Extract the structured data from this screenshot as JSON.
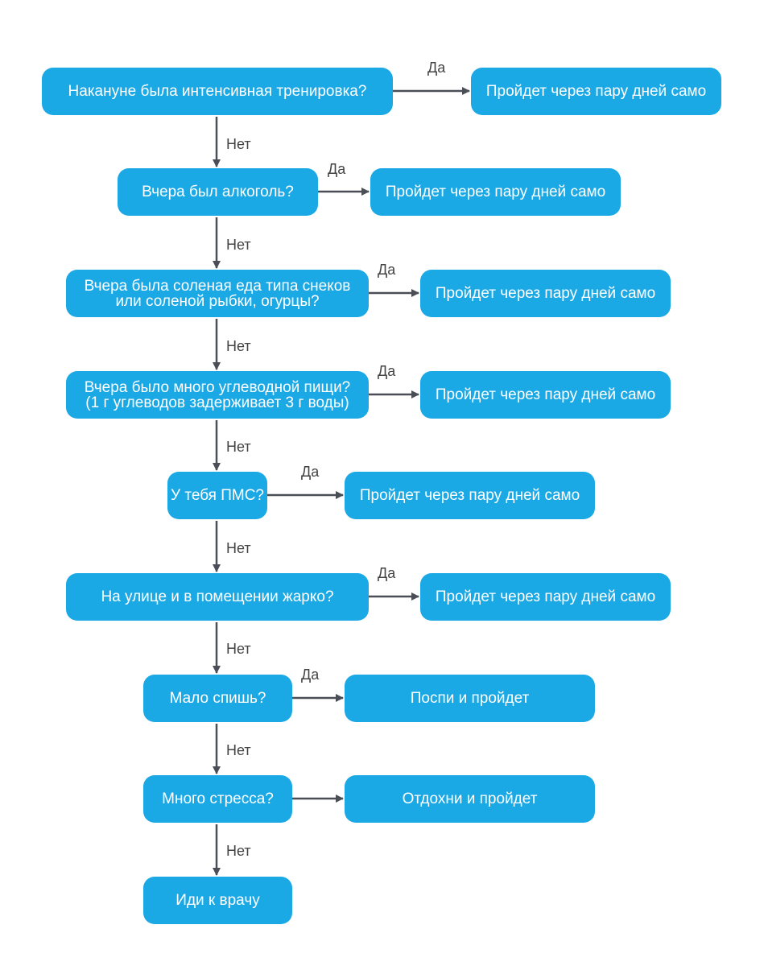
{
  "questions": [
    {
      "lines": [
        "Накануне была интенсивная тренировка?"
      ],
      "yes_label": "Да",
      "no_label": "Нет"
    },
    {
      "lines": [
        "Вчера был алкоголь?"
      ],
      "yes_label": "Да",
      "no_label": "Нет"
    },
    {
      "lines": [
        "Вчера была соленая еда типа снеков",
        "или соленой рыбки, огурцы?"
      ],
      "yes_label": "Да",
      "no_label": "Нет"
    },
    {
      "lines": [
        "Вчера было много углеводной пищи?",
        "(1 г углеводов задерживает 3 г воды)"
      ],
      "yes_label": "Да",
      "no_label": "Нет"
    },
    {
      "lines": [
        "У тебя ПМС?"
      ],
      "yes_label": "Да",
      "no_label": "Нет"
    },
    {
      "lines": [
        "На улице и в помещении жарко?"
      ],
      "yes_label": "Да",
      "no_label": "Нет"
    },
    {
      "lines": [
        "Мало спишь?"
      ],
      "yes_label": "Да",
      "no_label": "Нет"
    },
    {
      "lines": [
        "Много стресса?"
      ],
      "yes_label": "",
      "no_label": "Нет"
    }
  ],
  "outcomes": [
    "Пройдет через пару дней само",
    "Пройдет через пару дней само",
    "Пройдет через пару дней само",
    "Пройдет через пару дней само",
    "Пройдет через пару дней само",
    "Пройдет через пару дней само",
    "Поспи и пройдет",
    "Отдохни и пройдет"
  ],
  "final": "Иди к врачу",
  "colors": {
    "box": "#1ba9e6",
    "box_text": "#ffffff",
    "arrow": "#4a4f57",
    "label": "#444444"
  }
}
